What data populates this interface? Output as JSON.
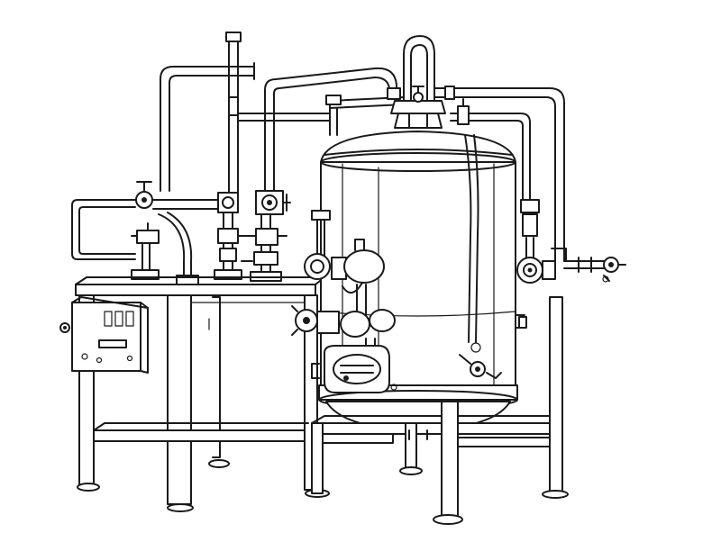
{
  "scene": {
    "background": "#ffffff",
    "line_color": "#1a1a1a",
    "components": [
      "work-table",
      "control-box",
      "pressure-vessel",
      "pipework",
      "valves",
      "pump"
    ]
  }
}
